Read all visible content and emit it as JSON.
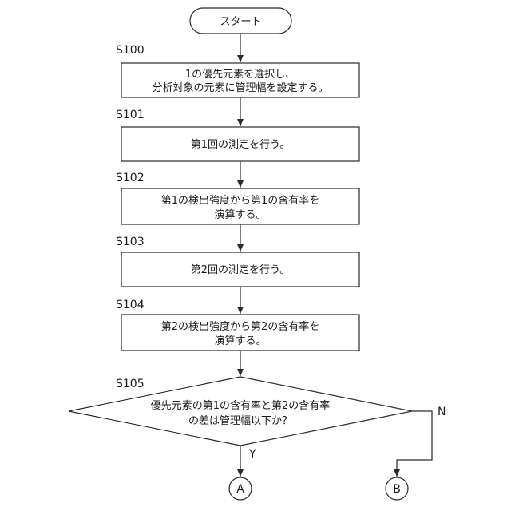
{
  "flowchart": {
    "start": {
      "label": "スタート"
    },
    "steps": [
      {
        "id": "S100",
        "lines": [
          "1の優先元素を選択し、",
          "分析対象の元素に管理幅を設定する。"
        ]
      },
      {
        "id": "S101",
        "lines": [
          "第1回の測定を行う。"
        ]
      },
      {
        "id": "S102",
        "lines": [
          "第1の検出強度から第1の含有率を",
          "演算する。"
        ]
      },
      {
        "id": "S103",
        "lines": [
          "第2回の測定を行う。"
        ]
      },
      {
        "id": "S104",
        "lines": [
          "第2の検出強度から第2の含有率を",
          "演算する。"
        ]
      }
    ],
    "decision": {
      "id": "S105",
      "lines": [
        "優先元素の第1の含有率と第2の含有率",
        "の差は管理幅以下か？"
      ],
      "yes_label": "Y",
      "no_label": "N"
    },
    "connectors": {
      "yes": "A",
      "no": "B"
    }
  }
}
